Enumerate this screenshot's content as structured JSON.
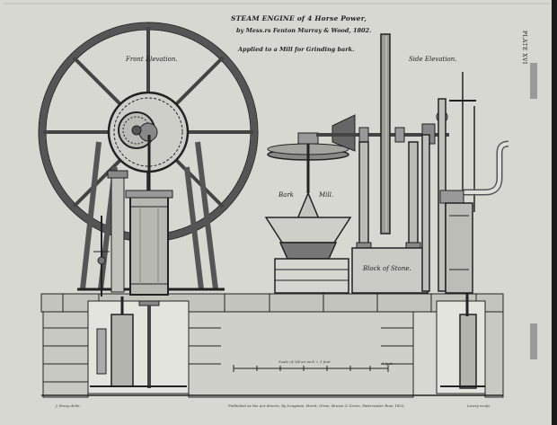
{
  "plate": {
    "title": "STEAM ENGINE of 4 Horse Power,",
    "makers": "by Mess.rs Fenton Murray & Wood, 1802.",
    "application": "Applied to a Mill for Grinding bark.",
    "plate_number": "PLATE XVI",
    "views": {
      "front": "Front Elevation.",
      "side": "Side Elevation."
    },
    "labels": {
      "bark": "Bark",
      "mill": "Mill.",
      "block": "Block of Stone."
    },
    "scale": "Scale of 3/4 an inch = 1 foot",
    "scale_end": "1 foot",
    "footer": {
      "publisher": "Published as the Act directs, by Longman, Hurst, Orme, Brown & Green, Paternoster Row, 1820.",
      "draughtsman": "J. Farey delin.",
      "engraver": "Lowry sculp."
    }
  }
}
